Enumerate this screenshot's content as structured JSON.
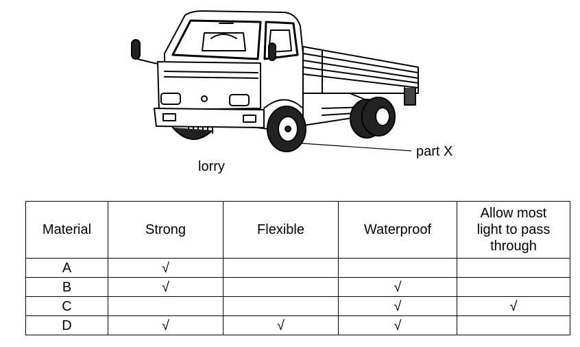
{
  "figure": {
    "lorry_label": "lorry",
    "part_label": "part X"
  },
  "table": {
    "headers": [
      "Material",
      "Strong",
      "Flexible",
      "Waterproof",
      "Allow most light to pass through"
    ],
    "rows": [
      [
        "A",
        "√",
        "",
        "",
        ""
      ],
      [
        "B",
        "√",
        "",
        "√",
        ""
      ],
      [
        "C",
        "",
        "",
        "√",
        "√"
      ],
      [
        "D",
        "√",
        "√",
        "√",
        ""
      ]
    ]
  }
}
